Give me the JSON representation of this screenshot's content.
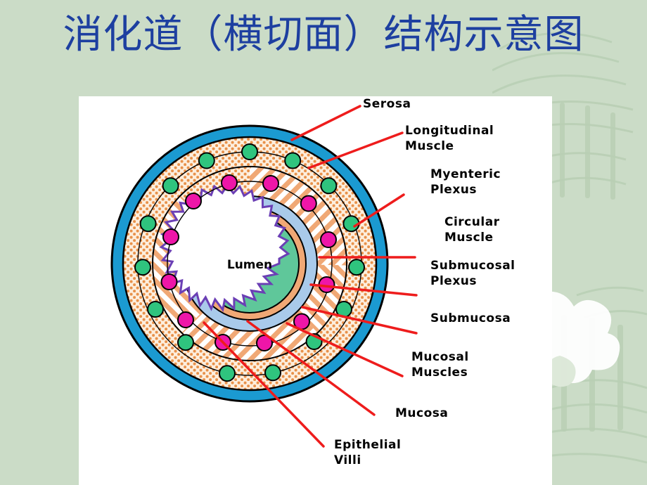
{
  "slide": {
    "title": "消化道（横切面）结构示意图",
    "title_color": "#1d3fa0",
    "background_color": "#cbdcc7",
    "panel_background": "#ffffff"
  },
  "figure": {
    "center_label": "Lumen",
    "labels": [
      {
        "id": "serosa",
        "text": "Serosa"
      },
      {
        "id": "longitudinal",
        "text": "Longitudinal\nMuscle"
      },
      {
        "id": "myenteric",
        "text": "Myenteric\nPlexus"
      },
      {
        "id": "circular",
        "text": "Circular\nMuscle"
      },
      {
        "id": "submucosal-plexus",
        "text": "Submucosal\nPlexus"
      },
      {
        "id": "submucosa",
        "text": "Submucosa"
      },
      {
        "id": "mucosal-muscles",
        "text": "Mucosal\nMuscles"
      },
      {
        "id": "mucosa",
        "text": "Mucosa"
      },
      {
        "id": "epithelial-villi",
        "text": "Epithelial\nVilli"
      }
    ],
    "colors": {
      "serosa": "#1b9ad1",
      "longitudinal_muscle": "#fce8d2",
      "longitudinal_dots": "#e8914a",
      "circular_muscle_stripe": "#f0a875",
      "submucosa": "#a9caea",
      "mucosal_muscles": "#f0a875",
      "mucosa": "#5fc79a",
      "villi": "#6b3fb5",
      "myenteric_node": "#2fc47e",
      "submucosal_node": "#ee16a8",
      "leader_line": "#ee1c1c",
      "outline": "#000000",
      "lumen": "#ffffff"
    },
    "leader_line_color": "#ee1c1c"
  }
}
